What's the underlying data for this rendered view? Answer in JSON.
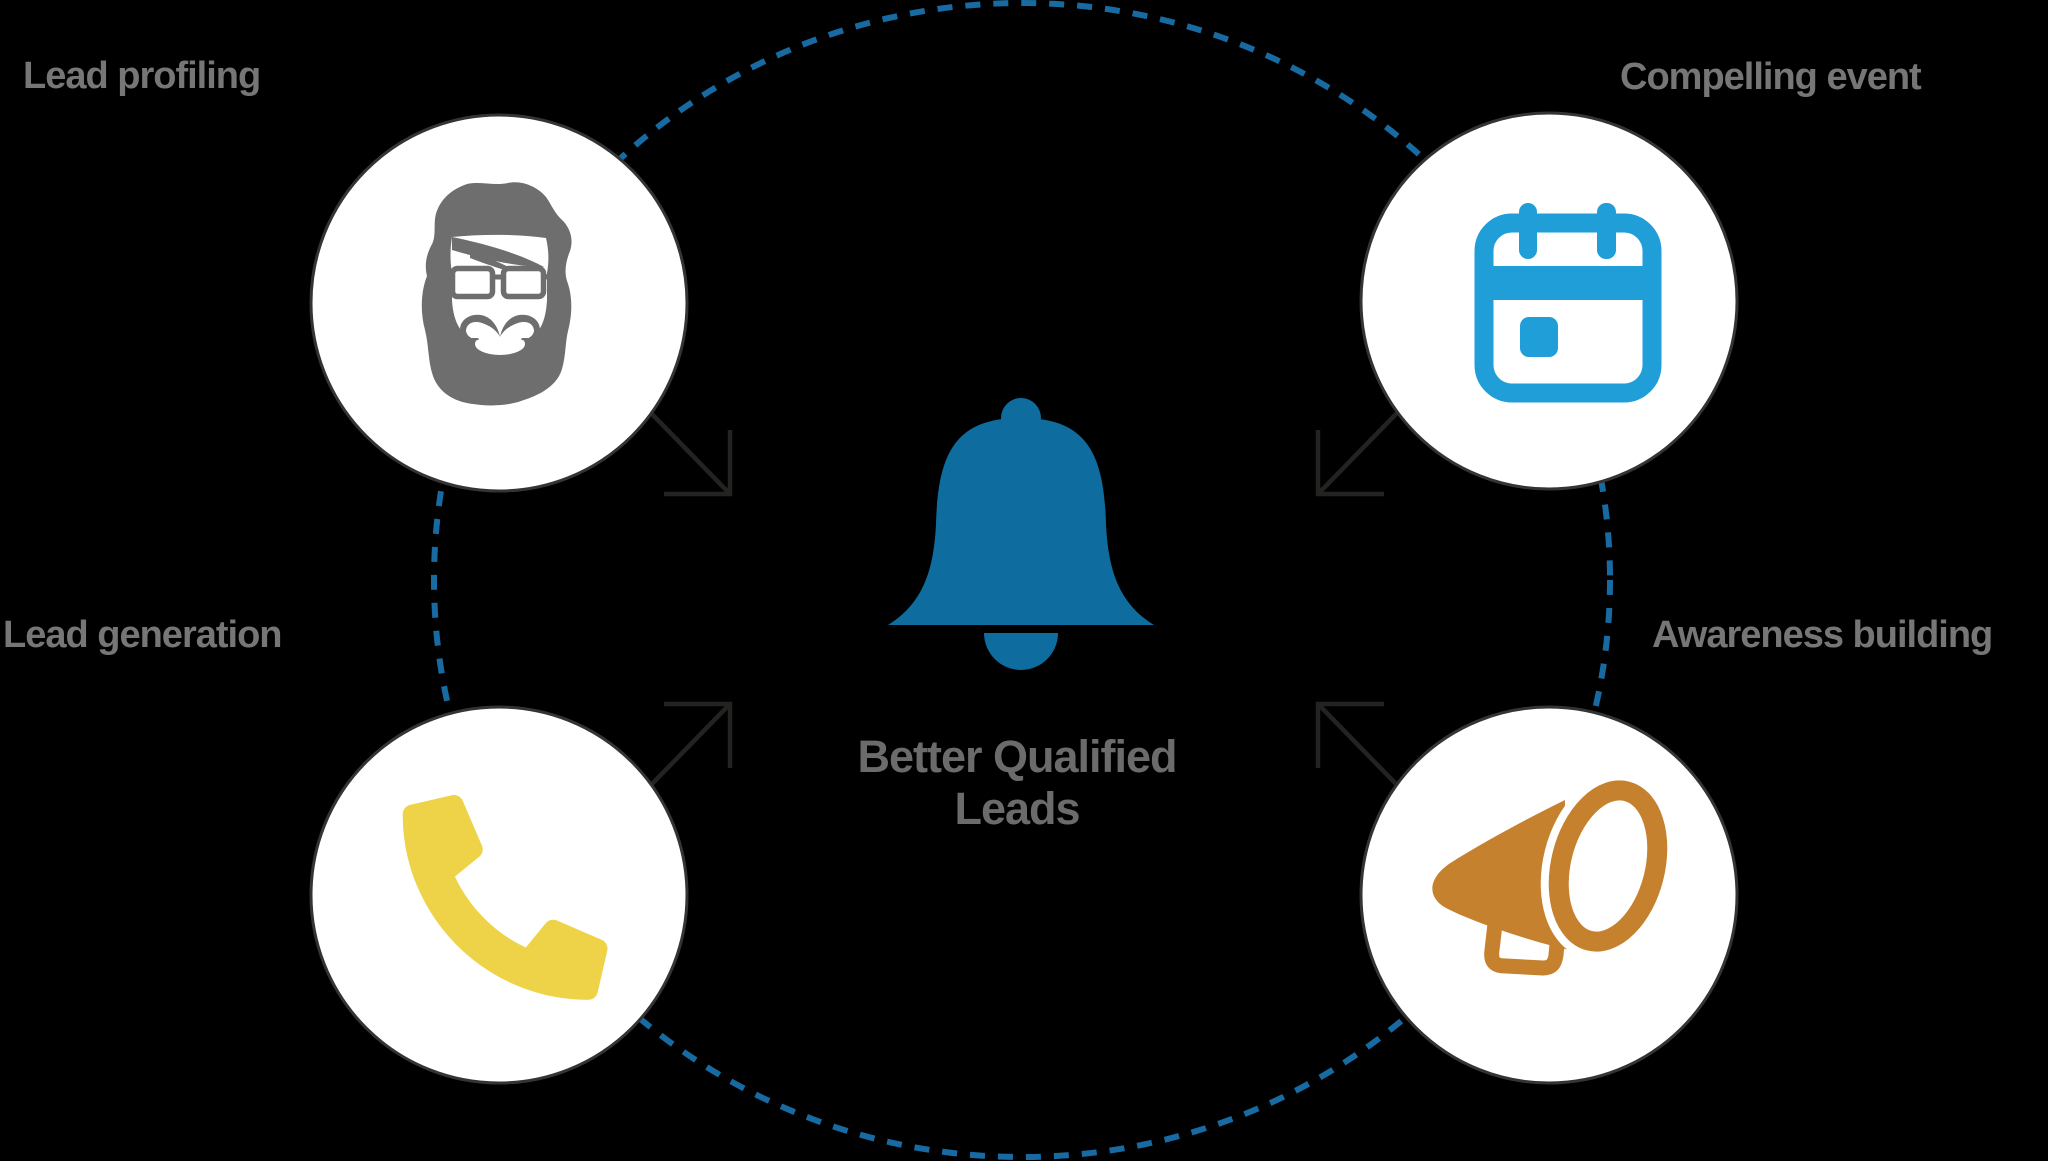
{
  "diagram": {
    "title_visible": false,
    "center": {
      "icon": "bell-icon",
      "line1": "Better Qualified",
      "line2": "Leads"
    },
    "nodes": [
      {
        "id": "top-left",
        "label": "Lead profiling",
        "icon": "hipster-face-icon"
      },
      {
        "id": "top-right",
        "label": "Compelling event",
        "icon": "calendar-icon"
      },
      {
        "id": "bottom-left",
        "label": "Lead generation",
        "icon": "phone-icon"
      },
      {
        "id": "bottom-right",
        "label": "Awareness building",
        "icon": "megaphone-icon"
      }
    ],
    "connectors": {
      "dashed_circle": true,
      "inward_arrows": 4
    },
    "colors": {
      "background": "#000000",
      "dashed_ring_blue": "#186ba2",
      "node_fill": "#ffffff",
      "label_gray": "#767676",
      "center_text_gray": "#6b6b6b",
      "bell_blue": "#0e6d9e",
      "calendar_blue": "#1f9ed8",
      "phone_yellow": "#eed348",
      "megaphone_orange": "#c6812e",
      "face_gray": "#6e6e6e",
      "arrow_gray": "#232322"
    }
  }
}
